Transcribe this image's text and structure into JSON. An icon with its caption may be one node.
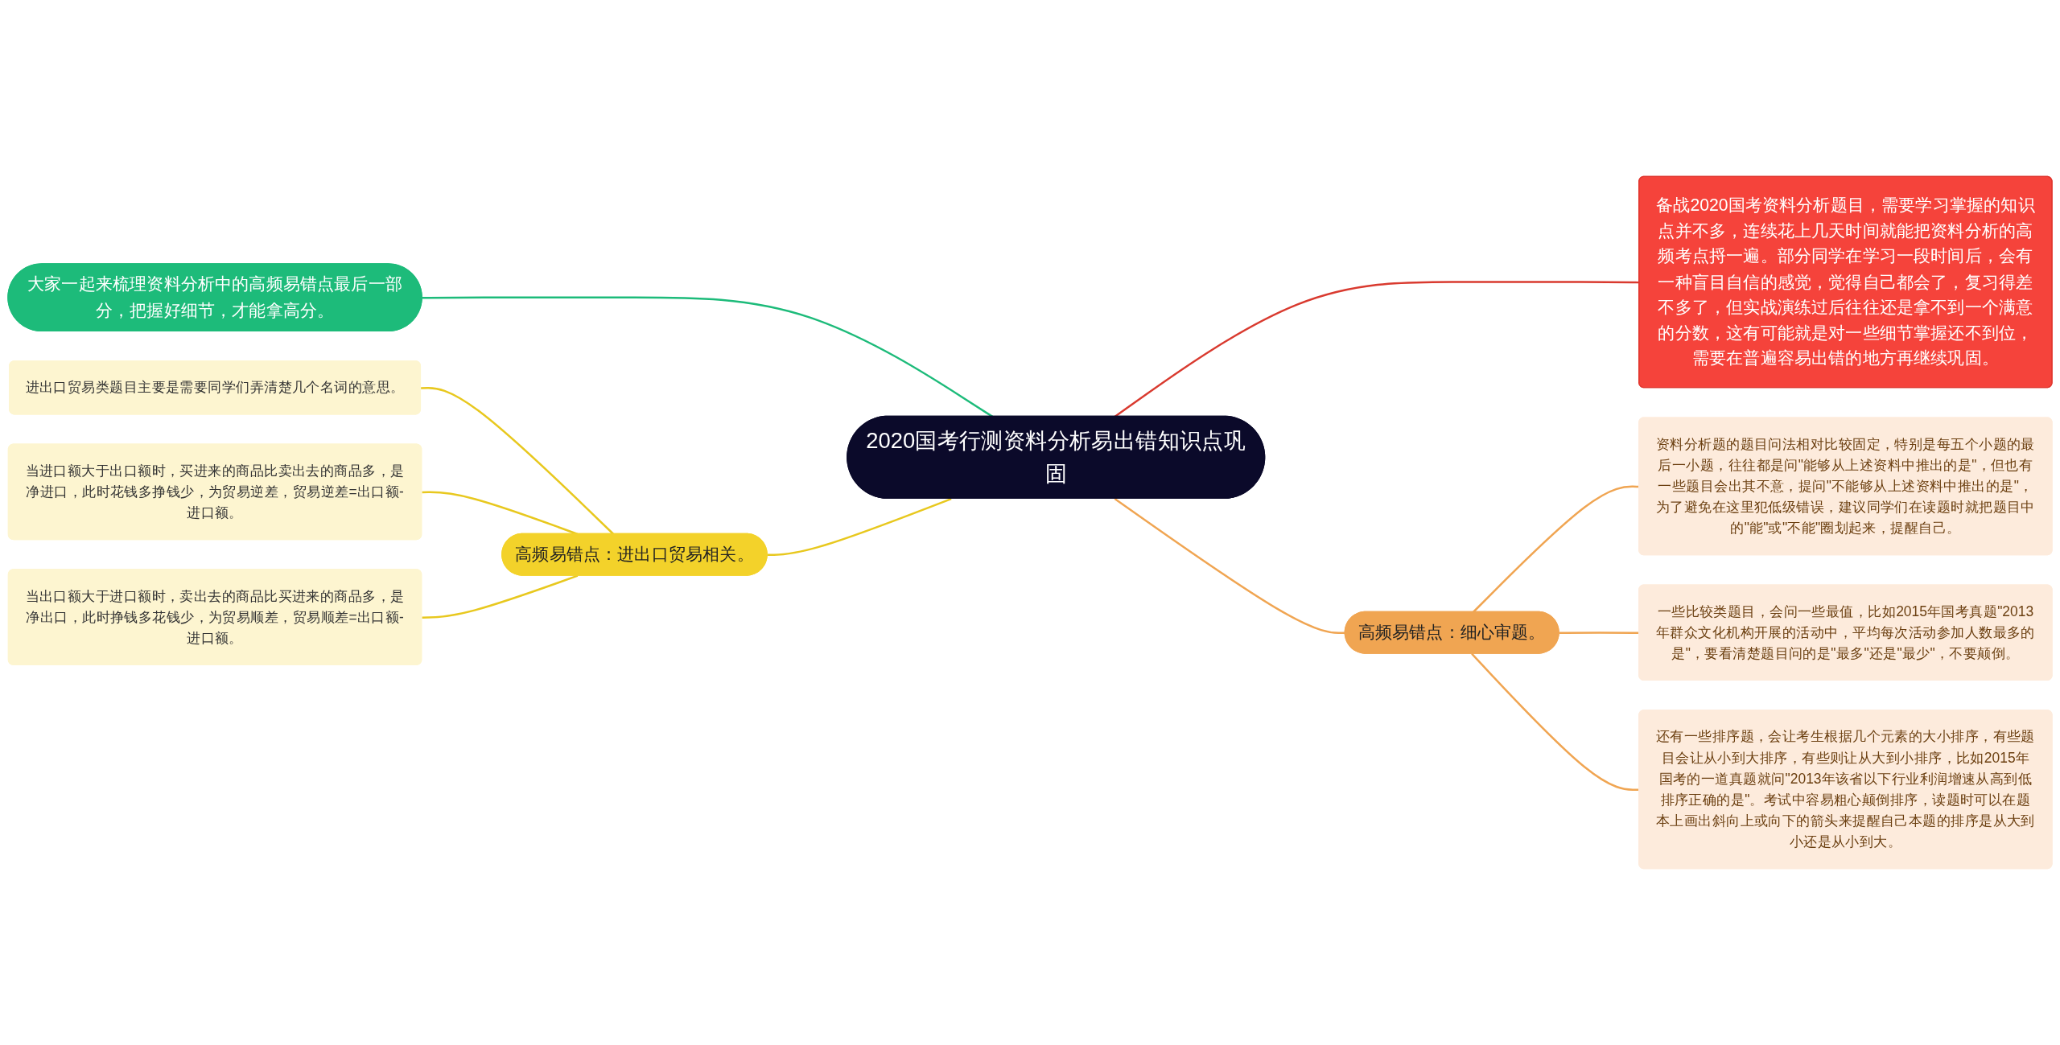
{
  "diagram": {
    "nodes": [
      {
        "text": [
          "2020国考行测资料分析易出错知识点巩固"
        ]
      },
      {
        "text": [
          "备战2020国考资料分析题目，需要学习掌握的知识点并不多，连续花上几天时间就能把资料分析的高频考点捋一遍。部分同学在学习一段时间后，会有一种盲目自信的感觉，觉得自己都会了，复习得差不多了，但实战演练过后往往还是拿不到一个满意的分数，这有可能就是对一些细节掌握还不到位，需要在普遍容易出错的地方再继续巩固。"
        ]
      },
      {
        "text": [
          "大家一起来梳理资料分析中的高频易错点最后一部分，把握好细节，才能拿高分。"
        ]
      },
      {
        "text": [
          "高频易错点：进出口贸易相关。"
        ]
      },
      {
        "text": [
          "进出口贸易类题目主要是需要同学们弄清楚几个名词的意思。"
        ]
      },
      {
        "text": [
          "当进口额大于出口额时，买进来的商品比卖出去的商品多，是净进口，此时花钱多挣钱少，为贸易逆差，贸易逆差=出口额-进口额。"
        ]
      },
      {
        "text": [
          "当出口额大于进口额时，卖出去的商品比买进来的商品多，是净出口，此时挣钱多花钱少，为贸易顺差，贸易顺差=出口额-进口额。"
        ]
      },
      {
        "text": [
          "高频易错点：细心审题。"
        ]
      },
      {
        "text": [
          "资料分析题的题目问法相对比较固定，特别是每五个小题的最后一小题，往往都是问\"能够从上述资料中推出的是\"，但也有一些题目会出其不意，提问\"不能够从上述资料中推出的是\"，为了避免在这里犯低级错误，建议同学们在读题时就把题目中的\"能\"或\"不能\"圈划起来，提醒自己。"
        ]
      },
      {
        "text": [
          "一些比较类题目，会问一些最值，比如2015年国考真题\"2013年群众文化机构开展的活动中，平均每次活动参加人数最多的是\"，要看清楚题目问的是\"最多\"还是\"最少\"，不要颠倒。"
        ]
      },
      {
        "text": [
          "还有一些排序题，会让考生根据几个元素的大小排序，有些题目会让从小到大排序，有些则让从大到小排序，比如2015年国考的一道真题就问\"2013年该省以下行业利润增速从高到低排序正确的是\"。考试中容易粗心颠倒排序，读题时可以在题本上画出斜向上或向下的箭头来提醒自己本题的排序是从大到小还是从小到大。"
        ]
      }
    ],
    "edges": [
      {
        "from": 0,
        "to": 1,
        "arrow": "none",
        "color": "#d93a2f"
      },
      {
        "from": 2,
        "to": 0,
        "arrow": "none",
        "color": "#1dbb7a"
      },
      {
        "from": 3,
        "to": 0,
        "arrow": "none",
        "color": "#e8c81e"
      },
      {
        "from": 4,
        "to": 3,
        "arrow": "none",
        "color": "#e8c81e"
      },
      {
        "from": 5,
        "to": 3,
        "arrow": "none",
        "color": "#e8c81e"
      },
      {
        "from": 6,
        "to": 3,
        "arrow": "none",
        "color": "#e8c81e"
      },
      {
        "from": 0,
        "to": 7,
        "arrow": "none",
        "color": "#f0a552"
      },
      {
        "from": 7,
        "to": 8,
        "arrow": "none",
        "color": "#f0a552"
      },
      {
        "from": 7,
        "to": 9,
        "arrow": "none",
        "color": "#f0a552"
      },
      {
        "from": 7,
        "to": 10,
        "arrow": "none",
        "color": "#f0a552"
      }
    ]
  }
}
